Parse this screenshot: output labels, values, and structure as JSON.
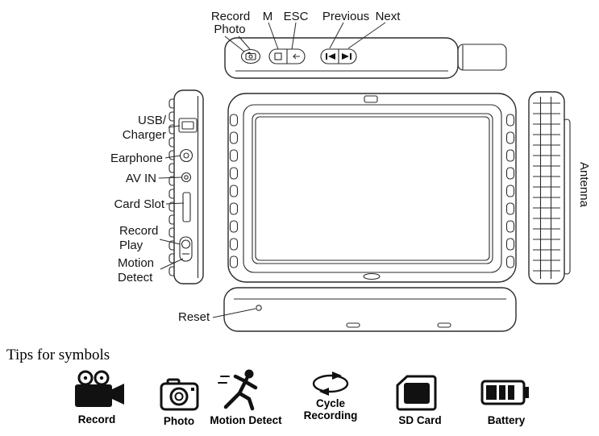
{
  "colors": {
    "background": "#ffffff",
    "line": "#2b2b2b",
    "icon": "#111111"
  },
  "views": {
    "top": {
      "record": "Record",
      "photo": "Photo",
      "m": "M",
      "esc": "ESC",
      "previous": "Previous",
      "next": "Next"
    },
    "left": {
      "usb": "USB/",
      "charger": "Charger",
      "earphone": "Earphone",
      "av_in": "AV IN",
      "card_slot": "Card Slot",
      "record": "Record",
      "play": "Play",
      "motion": "Motion",
      "detect": "Detect"
    },
    "right": {
      "antenna": "Antenna"
    },
    "bottom": {
      "reset": "Reset"
    }
  },
  "tips_heading": "Tips for symbols",
  "legend": {
    "items": [
      {
        "icon": "video-camera-icon",
        "label": "Record"
      },
      {
        "icon": "camera-icon",
        "label": "Photo"
      },
      {
        "icon": "running-person-icon",
        "label": "Motion Detect"
      },
      {
        "icon": "cycle-arrows-icon",
        "label": "Cycle",
        "label2": "Recording"
      },
      {
        "icon": "sd-card-icon",
        "label": "SD Card"
      },
      {
        "icon": "battery-icon",
        "label": "Battery"
      }
    ]
  }
}
